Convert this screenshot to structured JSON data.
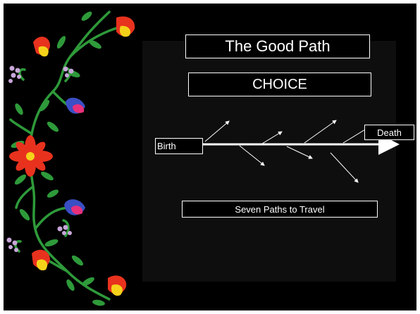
{
  "slide": {
    "title": "The Good Path",
    "subtitle": "CHOICE",
    "footer_label": "Seven Paths to Travel",
    "start_label": "Birth",
    "end_label": "Death"
  },
  "colors": {
    "background": "#000000",
    "text": "#ffffff",
    "line": "#ffffff",
    "flower_red": "#e8321e",
    "flower_yellow": "#f5d21a",
    "flower_blue": "#3a4fc4",
    "flower_pink": "#e8307a",
    "leaf_green": "#2e9a3a"
  },
  "decoration": {
    "name": "floral-vine-border",
    "icons": [
      "red-flower-icon",
      "blue-flower-icon",
      "leaf-icon",
      "berry-cluster-icon"
    ]
  }
}
